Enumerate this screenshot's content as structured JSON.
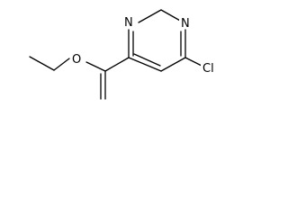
{
  "molecule": {
    "atoms": {
      "n_top": "N",
      "n_right": "N",
      "chlorine": "Cl",
      "oxygen": "O"
    }
  }
}
